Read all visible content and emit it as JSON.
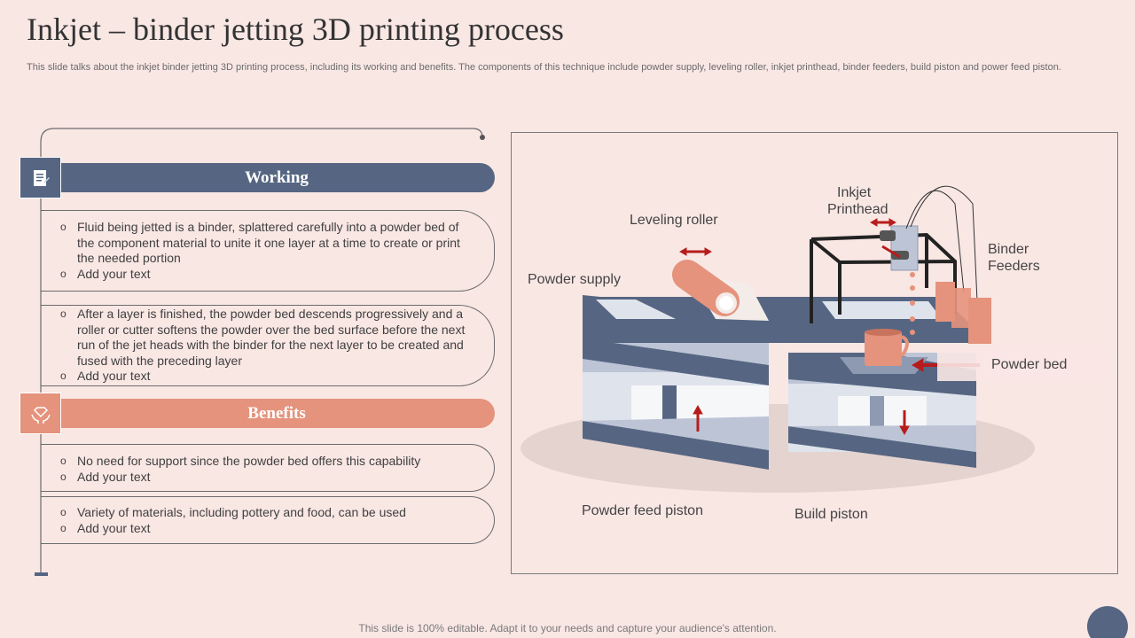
{
  "header": {
    "title": "Inkjet – binder jetting 3D printing process",
    "subtitle": "This slide talks about the inkjet binder jetting 3D printing process, including its working and benefits. The components of this technique include powder supply, leveling roller, inkjet printhead, binder feeders, build piston and power feed piston."
  },
  "sections": {
    "working": {
      "title": "Working",
      "icon": "document-icon",
      "cards": [
        {
          "items": [
            "Fluid being jetted is a binder, splattered carefully into a powder bed of the component material to unite it one layer at a time to create or print the needed portion",
            "Add your text"
          ]
        },
        {
          "items": [
            "After a layer is finished, the powder bed descends progressively and a roller or cutter softens the powder over the bed surface before the next run of the jet heads with the binder for the next layer to be created and fused with the preceding layer",
            "Add your text"
          ]
        }
      ]
    },
    "benefits": {
      "title": "Benefits",
      "icon": "hands-diamond-icon",
      "cards": [
        {
          "items": [
            "No need for support since the powder bed offers this capability",
            "Add your text"
          ]
        },
        {
          "items": [
            "Variety of materials, including pottery and food, can be used",
            "Add your text"
          ]
        }
      ]
    }
  },
  "diagram": {
    "labels": {
      "leveling_roller": "Leveling roller",
      "inkjet_printhead_1": "Inkjet",
      "inkjet_printhead_2": "Printhead",
      "binder_feeders_1": "Binder",
      "binder_feeders_2": "Feeders",
      "powder_supply": "Powder supply",
      "powder_bed": "Powder bed",
      "powder_feed_piston": "Powder feed piston",
      "build_piston": "Build piston"
    },
    "colors": {
      "steel": "#566682",
      "light": "#dfe3ec",
      "salmon": "#e5937c",
      "arrow": "#b71c1c"
    }
  },
  "footer": {
    "text": "This slide is 100% editable. Adapt it to your needs and capture your audience's attention."
  }
}
